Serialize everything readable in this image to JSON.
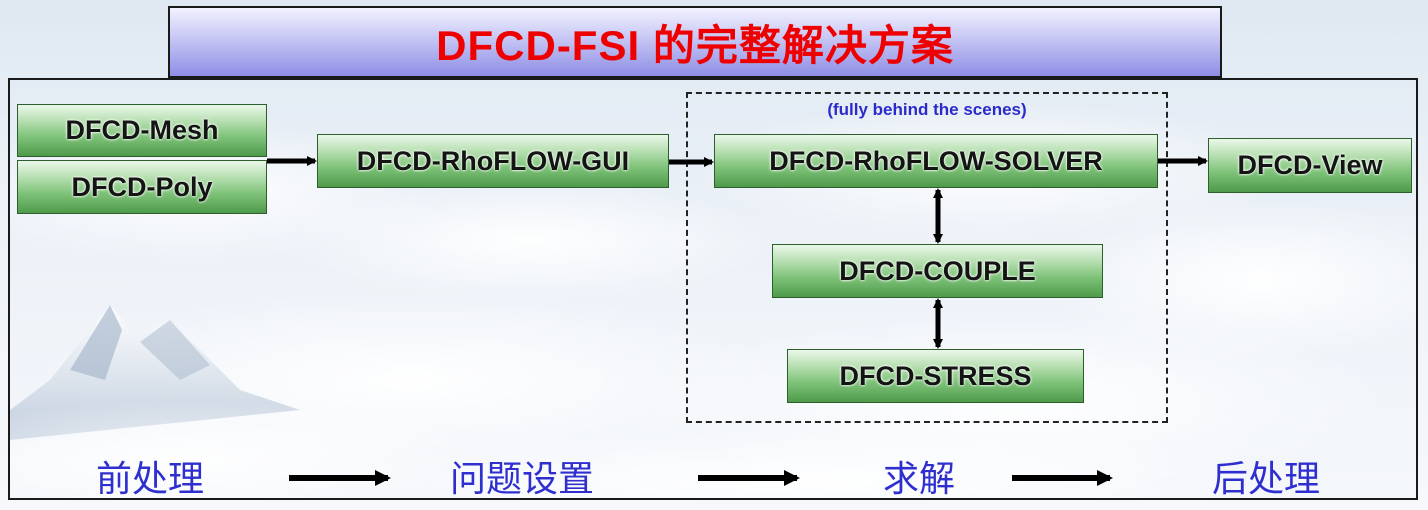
{
  "title": "DFCD-FSI 的完整解决方案",
  "scenes_note": "(fully behind the scenes)",
  "boxes": {
    "mesh": "DFCD-Mesh",
    "poly": "DFCD-Poly",
    "gui": "DFCD-RhoFLOW-GUI",
    "solver": "DFCD-RhoFLOW-SOLVER",
    "couple": "DFCD-COUPLE",
    "stress": "DFCD-STRESS",
    "view": "DFCD-View"
  },
  "stages": [
    "前处理",
    "问题设置",
    "求解",
    "后处理"
  ],
  "colors": {
    "title_text": "#ee0000",
    "stage_text": "#2f2fd0",
    "scenes_text": "#2b2bcc",
    "box_green": "#7fc37a"
  }
}
